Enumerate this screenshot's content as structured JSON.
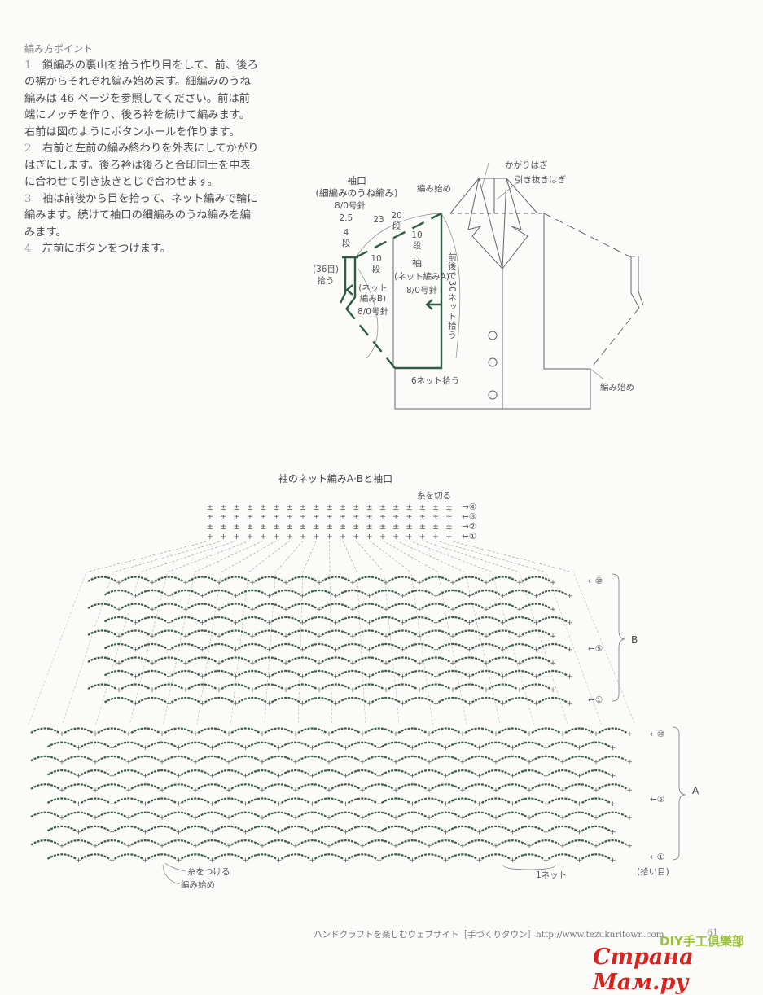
{
  "instructions": {
    "heading": "編み方ポイント",
    "items": [
      {
        "num": "1",
        "text": "鎖編みの裏山を拾う作り目をして、前、後ろの裾からそれぞれ編み始めます。細編みのうね編みは 46 ページを参照してください。前は前端にノッチを作り、後ろ衿を続けて編みます。右前は図のようにボタンホールを作ります。"
      },
      {
        "num": "2",
        "text": "右前と左前の編み終わりを外表にしてかがりはぎにします。後ろ衿は後ろと合印同士を中表に合わせて引き抜きとじで合わせます。"
      },
      {
        "num": "3",
        "text": "袖は前後から目を拾って、ネット編みで輪に編みます。続けて袖口の細編みのうね編みを編みます。"
      },
      {
        "num": "4",
        "text": "左前にボタンをつけます。"
      }
    ]
  },
  "schematic": {
    "cuff_title": "袖口",
    "cuff_stitch": "(細編みのうね編み)",
    "cuff_needle": "8/0号針",
    "cuff_depth": "2.5",
    "cuff_rows": "4",
    "dan": "段",
    "cuff_pickup_count": "(36目)",
    "cuff_pickup": "拾う",
    "sleeve_length": "23",
    "sleeve_rows_total": "20",
    "sleeve_rows_a": "10",
    "sleeve_rows_b": "10",
    "sleeve_title": "袖",
    "net_a": "(ネット編みA)",
    "net_b_1": "(ネット",
    "net_b_2": "編みB)",
    "needle": "8/0号針",
    "pickup_30": "前後で30ネット拾う",
    "pickup_6": "6ネット拾う",
    "start": "編み始め",
    "start_right": "編み始め",
    "whip_seam": "かがりはぎ",
    "slip_seam": "引き抜きはぎ"
  },
  "chart": {
    "title": "袖のネット編みA·Bと袖口",
    "cut_yarn": "糸を切る",
    "attach_yarn": "糸をつける",
    "start": "編み始め",
    "one_net": "1ネット",
    "pickup_stitches": "(拾い目)",
    "section_a": "A",
    "section_b": "B",
    "cuff_rows": [
      "④",
      "③",
      "②",
      "①"
    ],
    "cuff_arrows": [
      "→",
      "←",
      "→",
      "←"
    ],
    "b_rows": [
      "⑩",
      "⑤",
      "①"
    ],
    "a_rows": [
      "⑩",
      "⑤",
      "①"
    ],
    "row_arrow": "←"
  },
  "footer": {
    "text": "ハンドクラフトを楽しむウェブサイト［手づくりタウン］http://www.tezukuritown.com",
    "page": "61"
  },
  "watermark": {
    "diy": "DIY手工俱樂部",
    "site": "Страна Мам.ру"
  },
  "colors": {
    "accent": "#2f5a45",
    "line": "#666666"
  }
}
